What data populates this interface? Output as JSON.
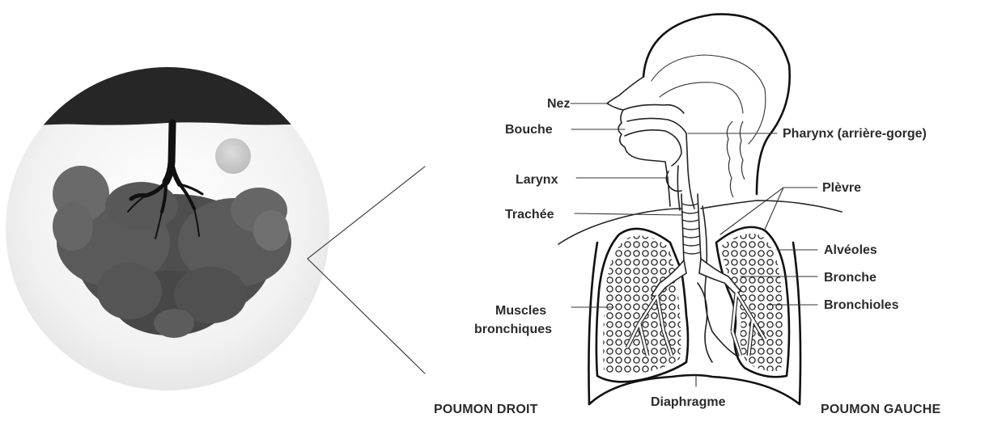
{
  "labels": {
    "nez": "Nez",
    "bouche": "Bouche",
    "larynx": "Larynx",
    "trachee": "Trachée",
    "muscles_line1": "Muscles",
    "muscles_line2": "bronchiques",
    "pharynx": "Pharynx (arrière-gorge)",
    "plevre": "Plèvre",
    "alveoles": "Alvéoles",
    "bronche": "Bronche",
    "bronchioles": "Bronchioles",
    "diaphragme": "Diaphragme",
    "poumon_droit": "POUMON DROIT",
    "poumon_gauche": "POUMON GAUCHE"
  },
  "colors": {
    "ink": "#2b2b2b",
    "soil": "#2a2a2a",
    "foliage": "#5a5a5a",
    "sun": "#c8c8c8"
  }
}
